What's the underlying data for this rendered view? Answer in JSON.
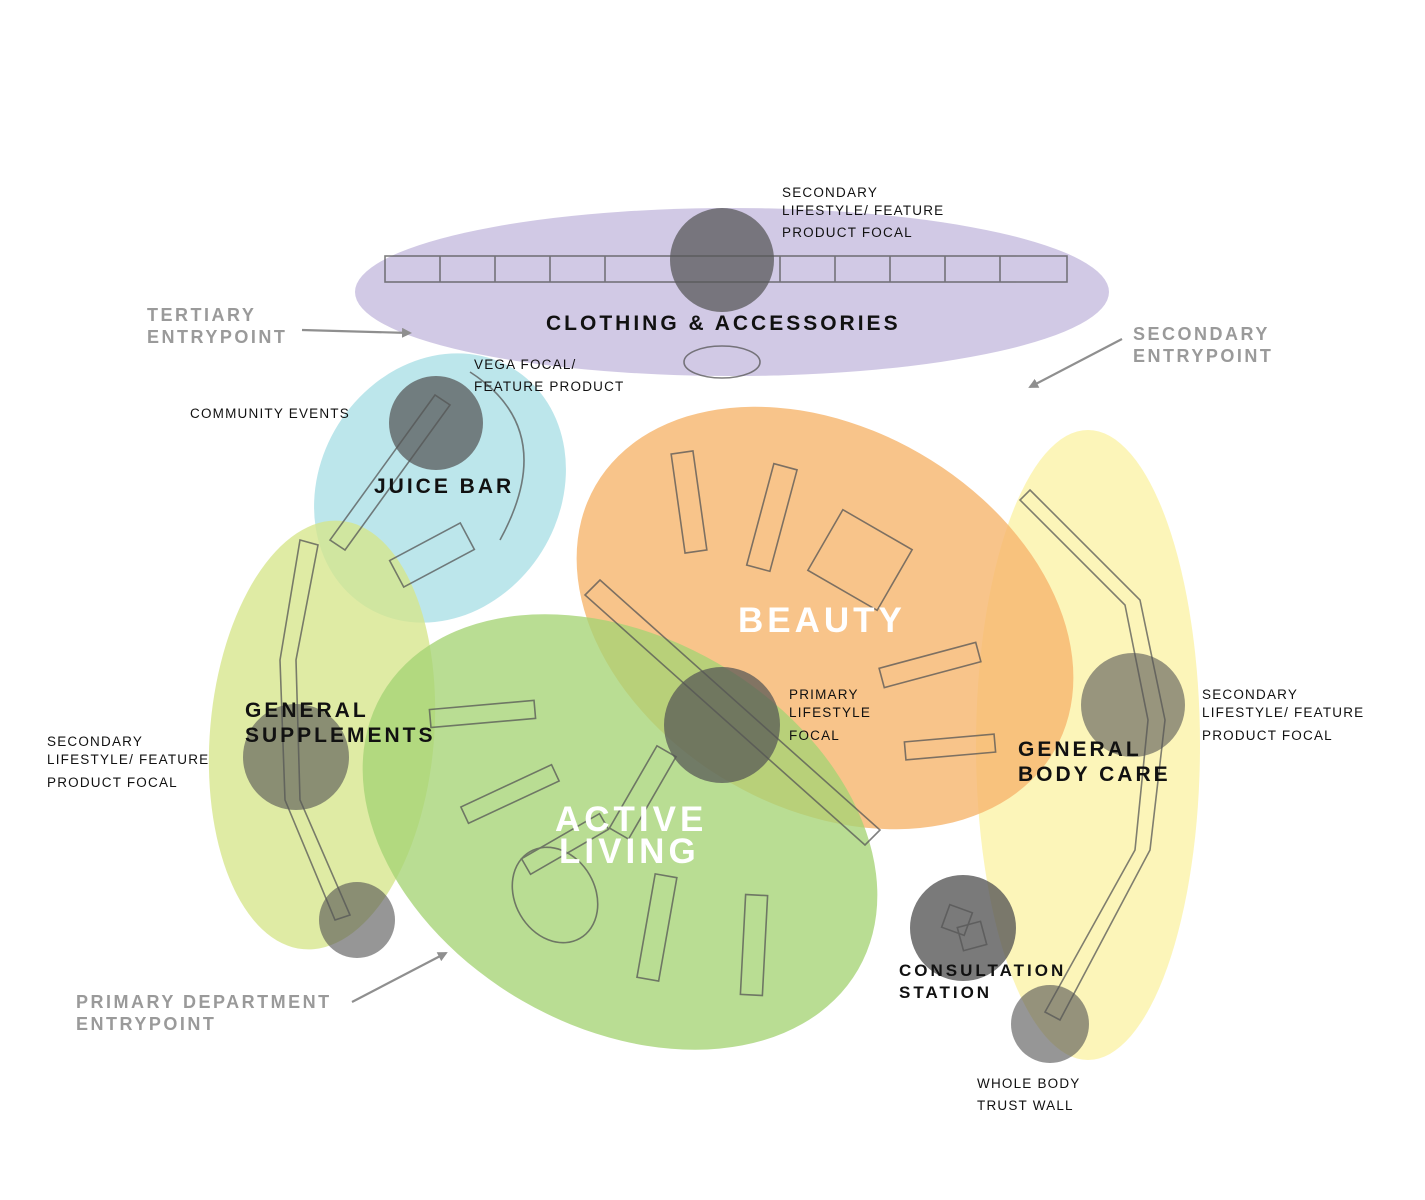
{
  "colors": {
    "clothing": "#c9bfe0",
    "juice_bar": "#a9dfe6",
    "beauty": "#f7b770",
    "general_supplements": "#d6e58a",
    "active_living": "#a5d474",
    "general_body_care": "#fbf3ad",
    "focal": "#555555",
    "entry_text": "#9a9a9a",
    "arrow": "#8f8f8f"
  },
  "zones": {
    "clothing": "CLOTHING & ACCESSORIES",
    "juice_bar": "JUICE BAR",
    "beauty": "BEAUTY",
    "general_supplements": [
      "GENERAL",
      "SUPPLEMENTS"
    ],
    "active_living": [
      "ACTIVE",
      "LIVING"
    ],
    "general_body_care": [
      "GENERAL",
      "BODY CARE"
    ],
    "consultation_station": [
      "CONSULTATION",
      "STATION"
    ]
  },
  "annotations": {
    "secondary_focal_top": [
      "SECONDARY",
      "LIFESTYLE/ FEATURE",
      "PRODUCT FOCAL"
    ],
    "vega_focal": [
      "VEGA FOCAL/",
      "FEATURE PRODUCT"
    ],
    "community_events": "COMMUNITY EVENTS",
    "primary_lifestyle_focal": [
      "PRIMARY",
      "LIFESTYLE",
      "FOCAL"
    ],
    "secondary_focal_right": [
      "SECONDARY",
      "LIFESTYLE/ FEATURE",
      "PRODUCT FOCAL"
    ],
    "secondary_focal_left": [
      "SECONDARY",
      "LIFESTYLE/ FEATURE",
      "PRODUCT FOCAL"
    ],
    "whole_body_trust_wall": [
      "WHOLE BODY",
      "TRUST WALL"
    ]
  },
  "entrypoints": {
    "tertiary": [
      "TERTIARY",
      "ENTRYPOINT"
    ],
    "secondary": [
      "SECONDARY",
      "ENTRYPOINT"
    ],
    "primary_department": [
      "PRIMARY DEPARTMENT",
      "ENTRYPOINT"
    ]
  }
}
